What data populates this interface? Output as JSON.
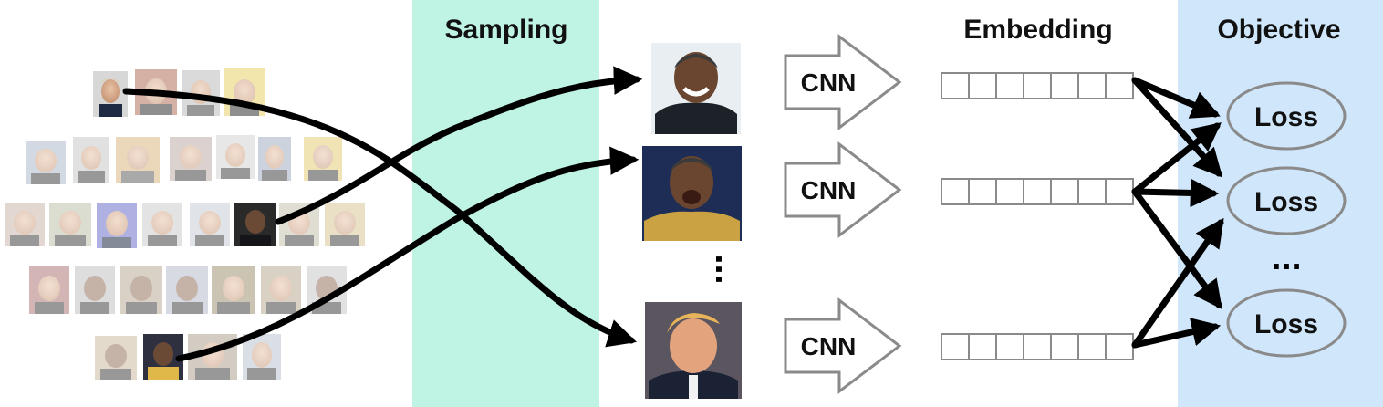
{
  "sections": {
    "sampling": "Sampling",
    "embedding": "Embedding",
    "objective": "Objective"
  },
  "cnn_label": "CNN",
  "loss_label": "Loss",
  "ellipsis": "...",
  "colors": {
    "sampling_band": "#bff3e4",
    "objective_band": "#cfe6fb",
    "arrow": "#000000",
    "box_stroke": "#8a8a8a"
  },
  "pipeline_rows": [
    "row-1",
    "row-2",
    "row-3"
  ],
  "face_pool_rows": [
    4,
    7,
    8,
    7,
    4
  ],
  "icons": [
    "face-thumbnail",
    "person-photo",
    "cnn-arrow",
    "embedding-vector",
    "loss-ellipse"
  ]
}
